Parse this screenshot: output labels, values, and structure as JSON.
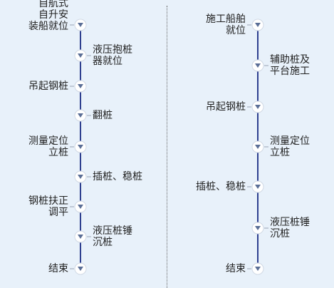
{
  "colors": {
    "background": "#e8f1fa",
    "timeline": "#2e3f8f",
    "node_fill": "#ffffff",
    "node_arrow": "#5a6e96",
    "connector": "#9aa4b4",
    "text": "#222222"
  },
  "flows": [
    {
      "steps": [
        {
          "label": "自航式\n自升安\n装船就位",
          "side": "left"
        },
        {
          "label": "液压抱桩\n器就位",
          "side": "right"
        },
        {
          "label": "吊起钢桩",
          "side": "left"
        },
        {
          "label": "翻桩",
          "side": "right"
        },
        {
          "label": "测量定位\n立桩",
          "side": "left"
        },
        {
          "label": "插桩、稳桩",
          "side": "right"
        },
        {
          "label": "钢桩扶正\n调平",
          "side": "left"
        },
        {
          "label": "液压桩锤\n沉桩",
          "side": "right"
        },
        {
          "label": "结束",
          "side": "left"
        }
      ]
    },
    {
      "steps": [
        {
          "label": "施工船舶\n就位",
          "side": "left"
        },
        {
          "label": "辅助桩及\n平台施工",
          "side": "right"
        },
        {
          "label": "吊起钢桩",
          "side": "left"
        },
        {
          "label": "测量定位\n立桩",
          "side": "right"
        },
        {
          "label": "插桩、稳桩",
          "side": "left"
        },
        {
          "label": "液压桩锤\n沉桩",
          "side": "right"
        },
        {
          "label": "结束",
          "side": "left"
        }
      ]
    }
  ]
}
